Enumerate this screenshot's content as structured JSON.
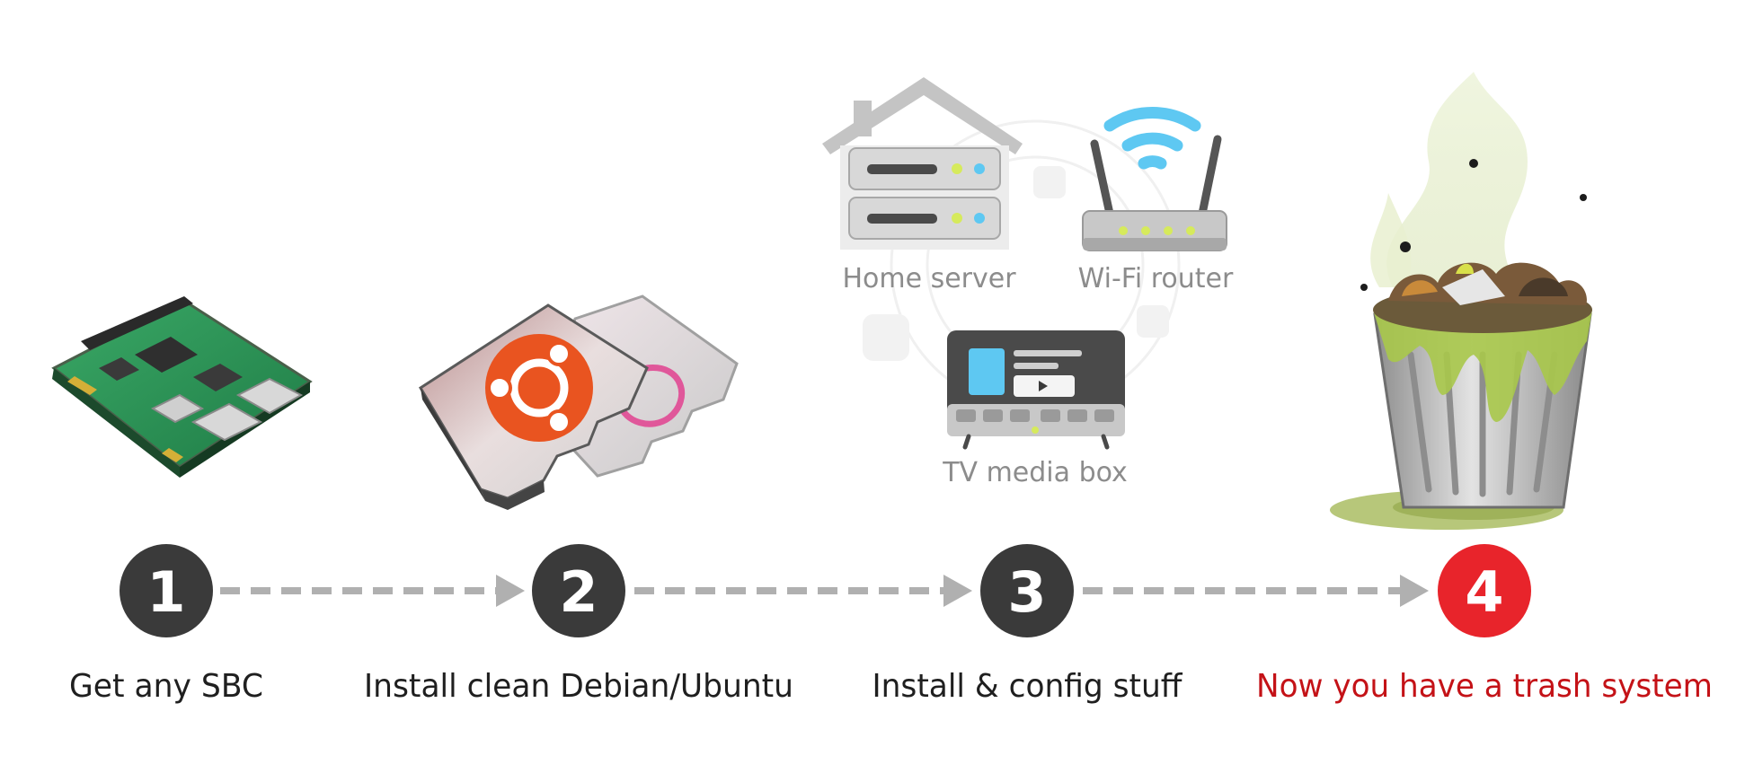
{
  "colors": {
    "step_circle": "#3a3a3a",
    "final_circle": "#e8242b",
    "final_label": "#c41217",
    "arrow": "#b0b0b0",
    "icon_grey": "#9a9a9a"
  },
  "services": {
    "home_server": "Home server",
    "wifi_router": "Wi-Fi router",
    "tv_media_box": "TV media box"
  },
  "steps": [
    {
      "number": "1",
      "label": "Get any SBC"
    },
    {
      "number": "2",
      "label": "Install clean Debian/Ubuntu"
    },
    {
      "number": "3",
      "label": "Install & config stuff"
    },
    {
      "number": "4",
      "label": "Now you have a trash system"
    }
  ]
}
